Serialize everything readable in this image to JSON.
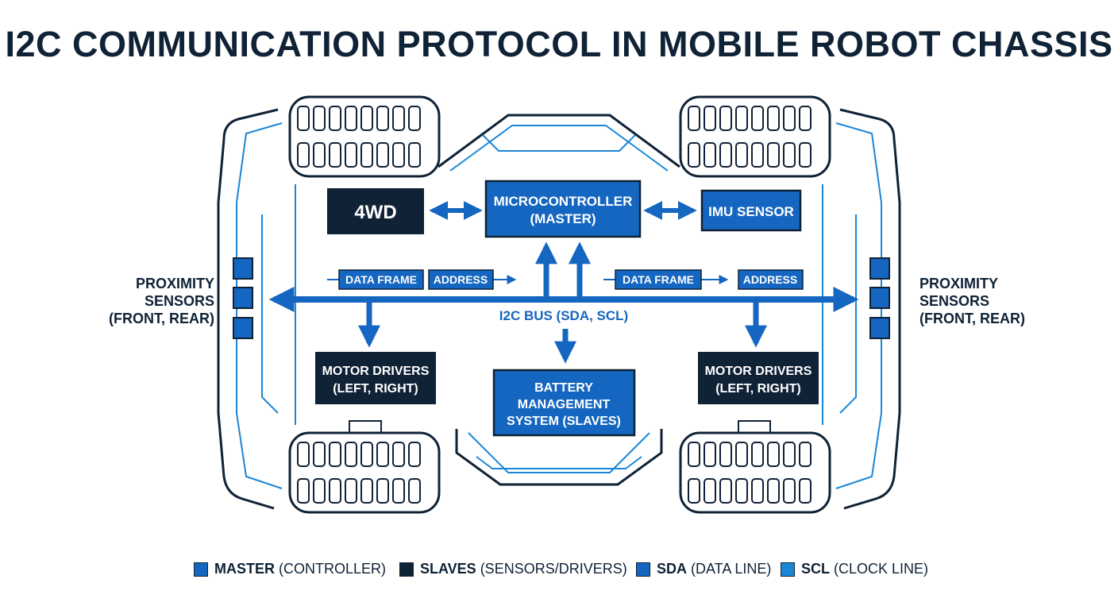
{
  "title": "I2C COMMUNICATION PROTOCOL IN MOBILE ROBOT CHASSIS",
  "colors": {
    "navy": "#0f2236",
    "blue": "#1566c0",
    "light_blue": "#1a86d6"
  },
  "nodes": {
    "drive": "4WD",
    "microcontroller": [
      "MICROCONTROLLER",
      "(MASTER)"
    ],
    "imu": "IMU SENSOR",
    "motor_left": [
      "MOTOR DRIVERS",
      "(LEFT, RIGHT)"
    ],
    "motor_right": [
      "MOTOR DRIVERS",
      "(LEFT, RIGHT)"
    ],
    "battery": [
      "BATTERY",
      "MANAGEMENT",
      "SYSTEM (SLAVES)"
    ]
  },
  "bus": {
    "label": "I2C BUS (SDA, SCL)",
    "frame_left": {
      "data": "DATA FRAME",
      "address": "ADDRESS"
    },
    "frame_right": {
      "data": "DATA FRAME",
      "address": "ADDRESS"
    }
  },
  "proximity_left": [
    "PROXIMITY",
    "SENSORS",
    "(FRONT, REAR)"
  ],
  "proximity_right": [
    "PROXIMITY",
    "SENSORS",
    "(FRONT, REAR)"
  ],
  "legend": [
    {
      "bold": "MASTER",
      "rest": " (CONTROLLER)",
      "color": "#1566c0"
    },
    {
      "bold": "SLAVES",
      "rest": " (SENSORS/DRIVERS)",
      "color": "#0f2236"
    },
    {
      "bold": "SDA",
      "rest": " (DATA LINE)",
      "color": "#1566c0"
    },
    {
      "bold": "SCL",
      "rest": " (CLOCK LINE)",
      "color": "#1a86d6"
    }
  ]
}
